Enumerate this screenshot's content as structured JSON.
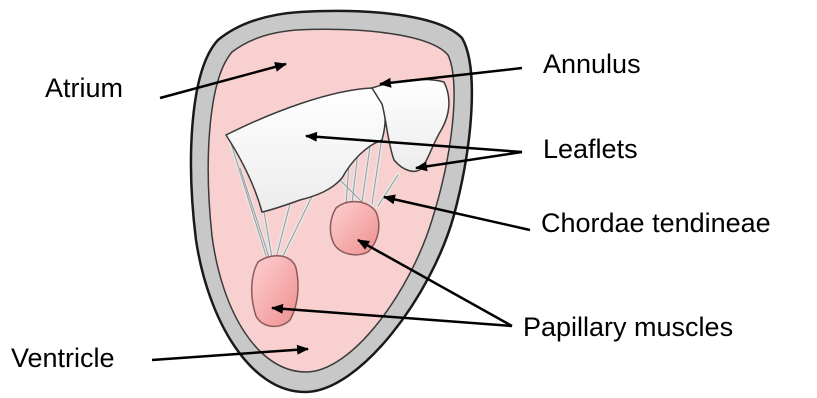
{
  "labels": {
    "atrium": "Atrium",
    "annulus": "Annulus",
    "leaflets": "Leaflets",
    "chordae": "Chordae tendineae",
    "papillary": "Papillary muscles",
    "ventricle": "Ventricle"
  },
  "colors": {
    "wall": "#c8c8c8",
    "wall_outline": "#1a1a1a",
    "chamber": "#f9d0d0",
    "leaflet": "#ffffff",
    "chordae": "#e6e6e6",
    "muscle": "#f5a0a0",
    "arrow": "#000000"
  }
}
